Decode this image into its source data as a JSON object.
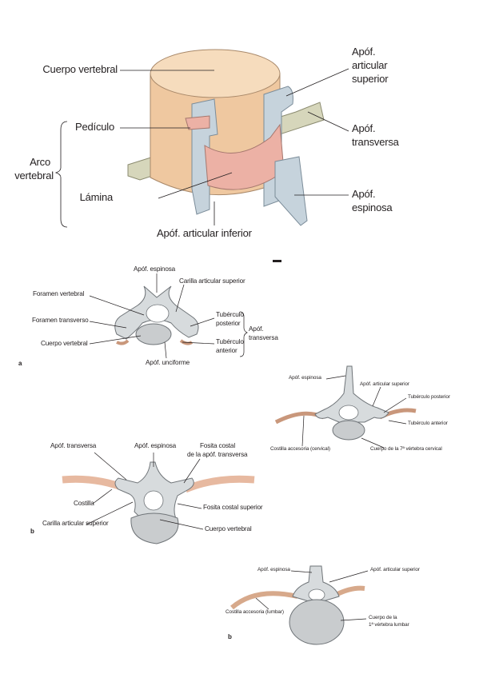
{
  "fig1": {
    "labels": {
      "cuerpo_vertebral": "Cuerpo vertebral",
      "pediculo": "Pedículo",
      "arco_line1": "Arco",
      "arco_line2": "vertebral",
      "lamina": "Lámina",
      "apof_articular_inferior": "Apóf. articular inferior",
      "apof_articular_superior_l1": "Apóf.",
      "apof_articular_superior_l2": "articular",
      "apof_articular_superior_l3": "superior",
      "apof_transversa_l1": "Apóf.",
      "apof_transversa_l2": "transversa",
      "apof_espinosa_l1": "Apóf.",
      "apof_espinosa_l2": "espinosa"
    },
    "colors": {
      "body": "#f2d2ad",
      "arch": "#ecb1a5",
      "process_blue": "#c6d3dc",
      "transverse": "#d6d6bb"
    }
  },
  "cervical": {
    "panel": "a",
    "labels": {
      "apof_espinosa": "Apóf. espinosa",
      "foramen_vertebral": "Foramen vertebral",
      "carilla_articular_superior": "Carilla articular superior",
      "foramen_transverso": "Foramen transverso",
      "tuberculo_posterior_l1": "Tubérculo",
      "tuberculo_posterior_l2": "posterior",
      "apof_transversa_l1": "Apóf.",
      "apof_transversa_l2": "transversa",
      "cuerpo_vertebral": "Cuerpo vertebral",
      "tuberculo_anterior_l1": "Tubérculo",
      "tuberculo_anterior_l2": "anterior",
      "apof_unciforme": "Apóf. unciforme"
    }
  },
  "c7": {
    "labels": {
      "apof_espinosa": "Apóf. espinosa",
      "apof_articular_superior": "Apóf. articular superior",
      "tuberculo_posterior": "Tubérculo posterior",
      "tuberculo_anterior": "Tubérculo anterior",
      "costilla_accesoria": "Costilla accesoria (cervical)",
      "cuerpo_c7": "Cuerpo de la 7ª vértebra cervical"
    }
  },
  "thoracic": {
    "panel": "b",
    "labels": {
      "apof_transversa": "Apóf. transversa",
      "apof_espinosa": "Apóf. espinosa",
      "fosita_costal_l1": "Fosita costal",
      "fosita_costal_l2": "de la apóf. transversa",
      "costilla": "Costilla",
      "fosita_costal_superior": "Fosita costal superior",
      "carilla_articular_superior": "Carilla articular superior",
      "cuerpo_vertebral": "Cuerpo vertebral"
    }
  },
  "lumbar": {
    "panel": "b",
    "labels": {
      "apof_espinosa": "Apóf. espinosa",
      "apof_articular_superior": "Apóf. articular superior",
      "costilla_accesoria": "Costilla accesoria (lumbar)",
      "cuerpo_l1": "Cuerpo de la",
      "cuerpo_l2": "1ª vértebra lumbar"
    }
  },
  "icons": [
    "bone-icon"
  ]
}
